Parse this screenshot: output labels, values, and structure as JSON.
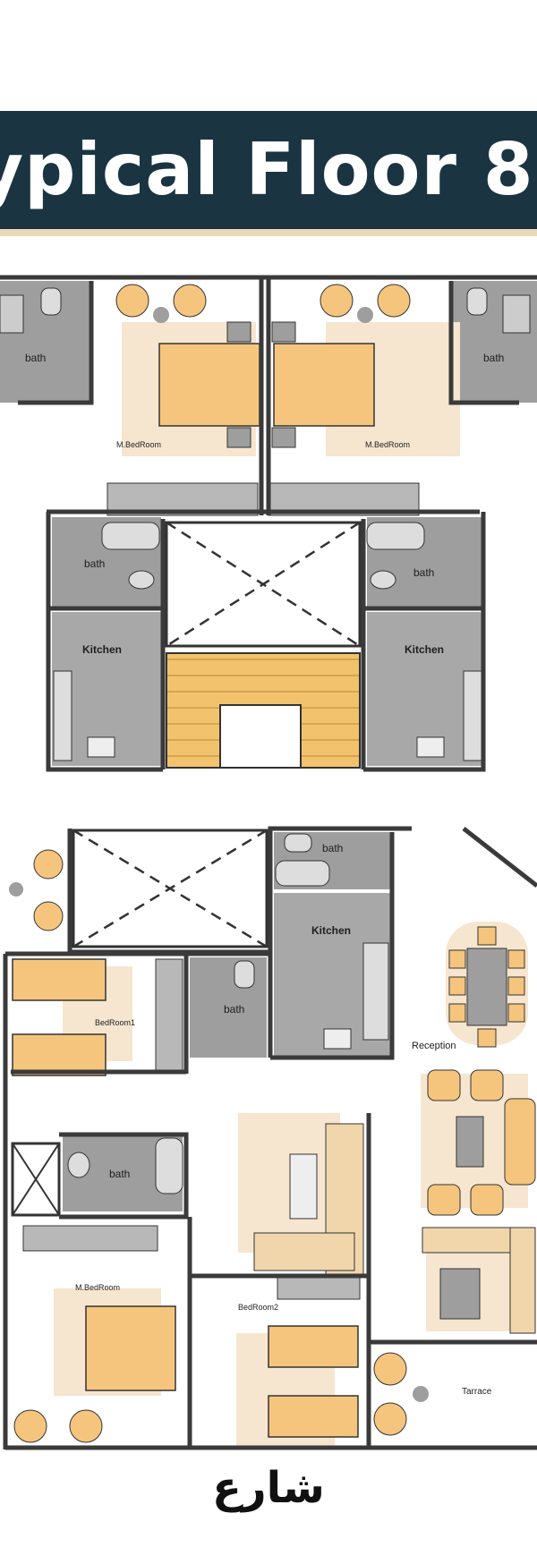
{
  "header": {
    "title": "ypical Floor 8"
  },
  "rooms": {
    "master_bedroom_top_left": "M.BedRoom",
    "master_bedroom_top_right": "M.BedRoom",
    "bath_top_left_corner": "bath",
    "bath_top_right_corner": "bath",
    "bath_core_left": "bath",
    "bath_core_right": "bath",
    "kitchen_core_left": "Kitchen",
    "kitchen_core_right": "Kitchen",
    "bath_lower_top": "bath",
    "kitchen_lower": "Kitchen",
    "bedroom1": "BedRoom1",
    "bath_bedroom1": "bath",
    "bath_middle": "bath",
    "reception": "Reception",
    "master_bedroom_lower": "M.BedRoom",
    "bedroom2": "BedRoom2",
    "terrace": "Tarrace"
  },
  "street_label": "شارع",
  "colors": {
    "title_bar": "#1a3442",
    "title_accent": "#e9d9b9",
    "wall": "#3a3a3a",
    "wet_area": "#9e9e9e",
    "furniture": "#f5c57e",
    "rug": "#f6e6cf",
    "stairs": "#f2c36c"
  }
}
